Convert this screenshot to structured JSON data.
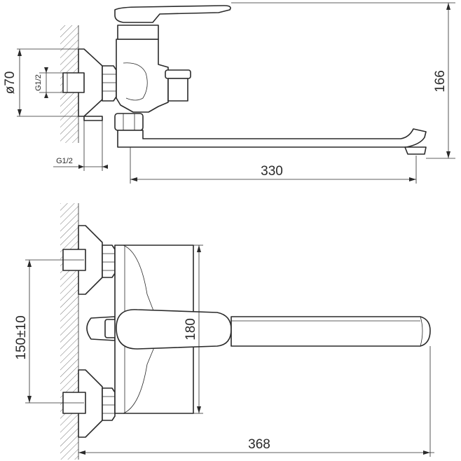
{
  "figure": "faucet-technical-drawing",
  "side_view": {
    "dim_diameter": "ø70",
    "dim_thread_vertical": "G1/2",
    "dim_thread_horizontal": "G1/2",
    "dim_height": "166",
    "dim_spout_length": "330"
  },
  "front_view": {
    "dim_center_distance": "150±10",
    "dim_body_height": "180",
    "dim_total_length": "368"
  }
}
